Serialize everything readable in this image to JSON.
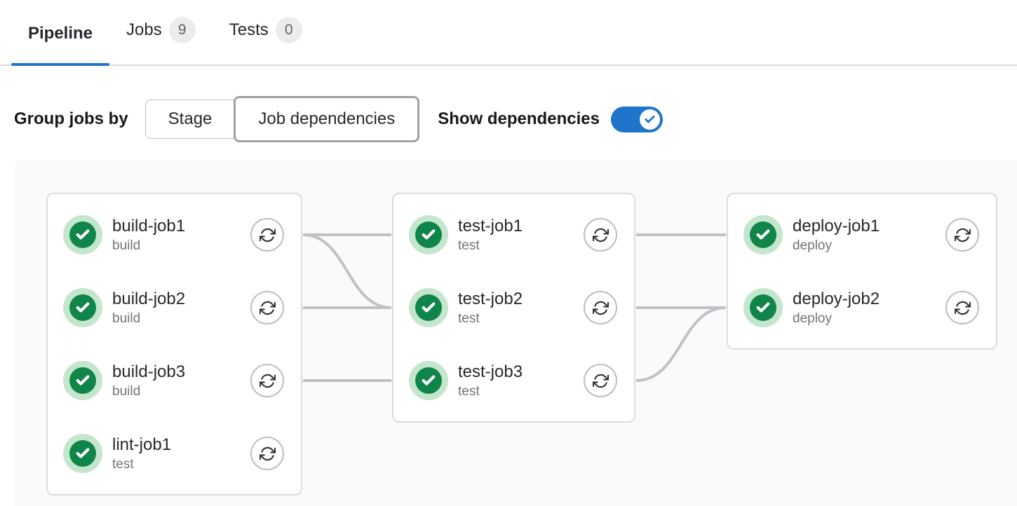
{
  "tabs": [
    {
      "label": "Pipeline",
      "badge": null,
      "active": true
    },
    {
      "label": "Jobs",
      "badge": "9",
      "active": false
    },
    {
      "label": "Tests",
      "badge": "0",
      "active": false
    }
  ],
  "controls": {
    "group_label": "Group jobs by",
    "options": [
      {
        "label": "Stage",
        "selected": false
      },
      {
        "label": "Job dependencies",
        "selected": true
      }
    ],
    "show_dependencies_label": "Show dependencies",
    "show_dependencies_on": true
  },
  "pipeline": {
    "groups": [
      {
        "jobs": [
          {
            "name": "build-job1",
            "stage": "build",
            "status": "success"
          },
          {
            "name": "build-job2",
            "stage": "build",
            "status": "success"
          },
          {
            "name": "build-job3",
            "stage": "build",
            "status": "success"
          },
          {
            "name": "lint-job1",
            "stage": "test",
            "status": "success"
          }
        ]
      },
      {
        "jobs": [
          {
            "name": "test-job1",
            "stage": "test",
            "status": "success"
          },
          {
            "name": "test-job2",
            "stage": "test",
            "status": "success"
          },
          {
            "name": "test-job3",
            "stage": "test",
            "status": "success"
          }
        ]
      },
      {
        "jobs": [
          {
            "name": "deploy-job1",
            "stage": "deploy",
            "status": "success"
          },
          {
            "name": "deploy-job2",
            "stage": "deploy",
            "status": "success"
          }
        ]
      }
    ],
    "connections": [
      {
        "from": "build-job1",
        "to": "test-job1"
      },
      {
        "from": "build-job1",
        "to": "test-job2"
      },
      {
        "from": "build-job2",
        "to": "test-job2"
      },
      {
        "from": "build-job3",
        "to": "test-job3"
      },
      {
        "from": "test-job1",
        "to": "deploy-job1"
      },
      {
        "from": "test-job2",
        "to": "deploy-job2"
      },
      {
        "from": "test-job3",
        "to": "deploy-job2"
      }
    ]
  },
  "icons": {
    "status_success": "check-circle-icon",
    "retry": "retry-icon",
    "toggle_knob": "check-icon"
  },
  "colors": {
    "accent_blue": "#1f75cb",
    "success_green": "#108548",
    "success_green_light": "#c3e6cd",
    "text_primary": "#28272d",
    "text_secondary": "#737278",
    "border_gray": "#dcdcde",
    "connector_gray": "#c1c0c5",
    "graph_background": "#fafafd",
    "badge_background": "#ececef",
    "badge_text": "#626168"
  }
}
